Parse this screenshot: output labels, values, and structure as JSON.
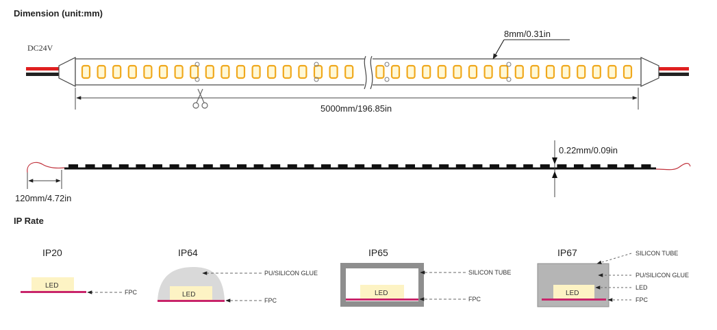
{
  "sections": {
    "dimension_title": "Dimension (unit:mm)",
    "ip_rate_title": "IP Rate"
  },
  "strip": {
    "voltage": "DC24V",
    "width": "8mm/0.31in",
    "length": "5000mm/196.85in"
  },
  "side_view": {
    "thickness": "0.22mm/0.09in",
    "lead_wire": "120mm/4.72in"
  },
  "ip_ratings": [
    {
      "title": "IP20",
      "led": "LED",
      "callouts": [
        "FPC"
      ]
    },
    {
      "title": "IP64",
      "led": "LED",
      "callouts": [
        "PU/SILICON GLUE",
        "FPC"
      ]
    },
    {
      "title": "IP65",
      "led": "LED",
      "callouts": [
        "SILICON TUBE",
        "FPC"
      ]
    },
    {
      "title": "IP67",
      "led": "LED",
      "callouts": [
        "SILICON TUBE",
        "PU/SILICON GLUE",
        "LED",
        "FPC"
      ]
    }
  ],
  "colors": {
    "led_fill": "#fdf3c4",
    "led_chip": "#f0a81c",
    "fpc": "#c8246a",
    "glue": "#d9d9d9",
    "tube": "#8e8e8e",
    "wire_red": "#e02020"
  }
}
